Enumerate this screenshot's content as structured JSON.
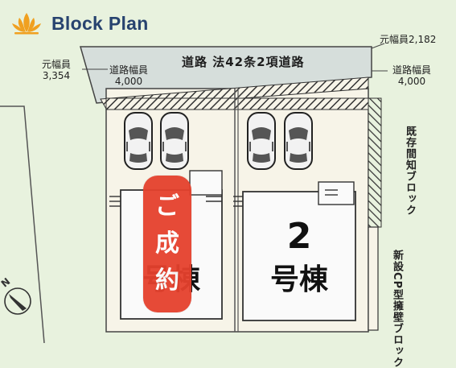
{
  "brand": {
    "name": "Block Plan",
    "logo_icon": "lotus-flower-icon",
    "logo_color": "#f0a020"
  },
  "road": {
    "label": "道路 法42条2項道路",
    "width_left_title": "道路幅員",
    "width_left_value": "4,000",
    "width_right_title": "道路幅員",
    "width_right_value": "4,000"
  },
  "original_width": {
    "left_title": "元幅員",
    "left_value": "3,354",
    "right_text": "元幅員2,182"
  },
  "walls": {
    "existing": "既存間知ブロック",
    "new": "新設CP型擁壁ブロック"
  },
  "plots": [
    {
      "name": "号棟",
      "number": "",
      "status": "ご成約"
    },
    {
      "name": "号棟",
      "number": "2"
    }
  ],
  "sold_badge": {
    "chars": [
      "ご",
      "成",
      "約"
    ],
    "color": "#e5412d"
  },
  "north_arrow": {
    "icon": "north-arrow-icon",
    "letter": "N"
  },
  "colors": {
    "background": "#e8f2de",
    "road": "#d6dedb",
    "lot": "#f7f4e8",
    "hatch": "#333333"
  }
}
